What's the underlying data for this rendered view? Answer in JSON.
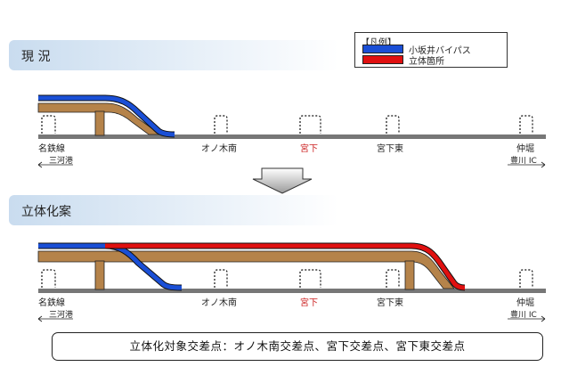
{
  "sections": {
    "current": "現 況",
    "proposal": "立体化案"
  },
  "legend": {
    "title": "【凡例】",
    "items": [
      {
        "label": "小坂井バイパス",
        "color": "#1a4fd6"
      },
      {
        "label": "立体箇所",
        "color": "#e01010"
      }
    ]
  },
  "intersections": [
    {
      "name": "名鉄線",
      "sub": "三河港"
    },
    {
      "name": "オノ木南",
      "sub": ""
    },
    {
      "name": "宮下",
      "sub": ""
    },
    {
      "name": "宮下東",
      "sub": ""
    },
    {
      "name": "仲堀",
      "sub": "豊川 IC"
    }
  ],
  "colors": {
    "bypass": "#1a4fd6",
    "elevated": "#e01010",
    "structure": "#b5834a",
    "road": "#777777",
    "highlight_label": "#cc2020"
  },
  "summary": "立体化対象交差点：オノ木南交差点、宮下交差点、宮下東交差点"
}
